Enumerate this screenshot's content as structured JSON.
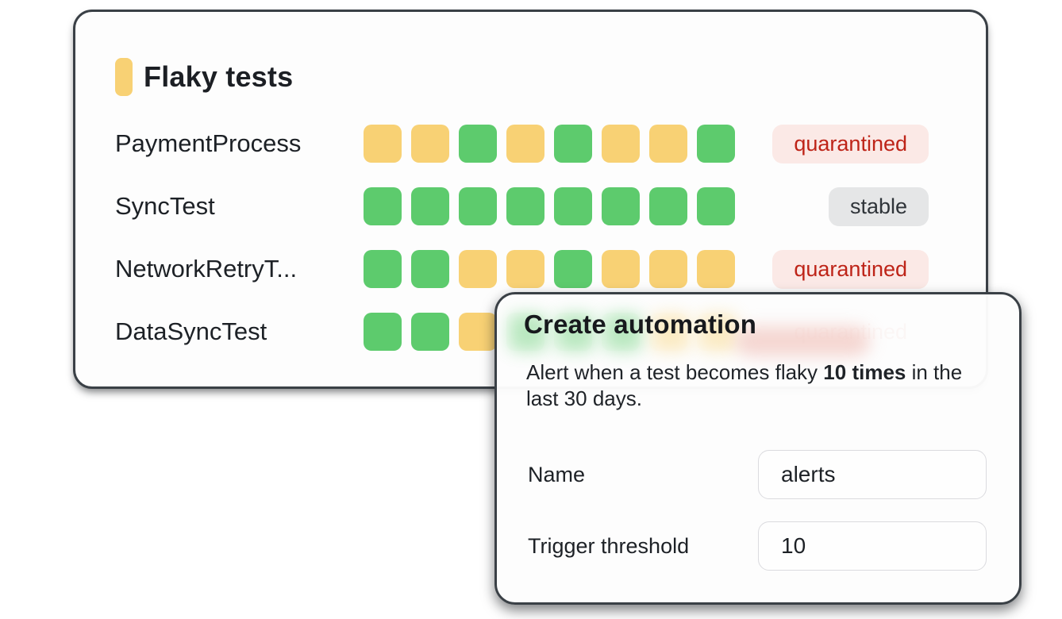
{
  "colors": {
    "green": "#5dcb6d",
    "yellow": "#f8d174",
    "card_bg": "#fdfdfd",
    "frame_border": "#3a4046",
    "quarantined_bg": "#fbe9e6",
    "quarantined_text": "#be2418",
    "stable_bg": "#e5e6e7",
    "stable_text": "#2f3439",
    "input_border": "#dbdbdf",
    "text_primary": "#1d2126"
  },
  "card": {
    "title": "Flaky tests",
    "rows": [
      {
        "name": "PaymentProcess",
        "squares": [
          "yellow",
          "yellow",
          "green",
          "yellow",
          "green",
          "yellow",
          "yellow",
          "green"
        ],
        "badge": {
          "label": "quarantined",
          "type": "quarantined"
        }
      },
      {
        "name": "SyncTest",
        "squares": [
          "green",
          "green",
          "green",
          "green",
          "green",
          "green",
          "green",
          "green"
        ],
        "badge": {
          "label": "stable",
          "type": "stable"
        }
      },
      {
        "name": "NetworkRetryT...",
        "squares": [
          "green",
          "green",
          "yellow",
          "yellow",
          "green",
          "yellow",
          "yellow",
          "yellow"
        ],
        "badge": {
          "label": "quarantined",
          "type": "quarantined"
        }
      },
      {
        "name": "DataSyncTest",
        "squares": [
          "green",
          "green",
          "yellow",
          "green",
          "green",
          "green",
          "yellow",
          "yellow"
        ],
        "badge": {
          "label": "quarantined",
          "type": "quarantined"
        }
      }
    ]
  },
  "modal": {
    "title": "Create automation",
    "description": {
      "prefix": "Alert when a test becomes flaky ",
      "bold": "10 times",
      "suffix": " in the last 30 days."
    },
    "fields": [
      {
        "label": "Name",
        "value": "alerts"
      },
      {
        "label": "Trigger threshold",
        "value": "10"
      }
    ]
  }
}
